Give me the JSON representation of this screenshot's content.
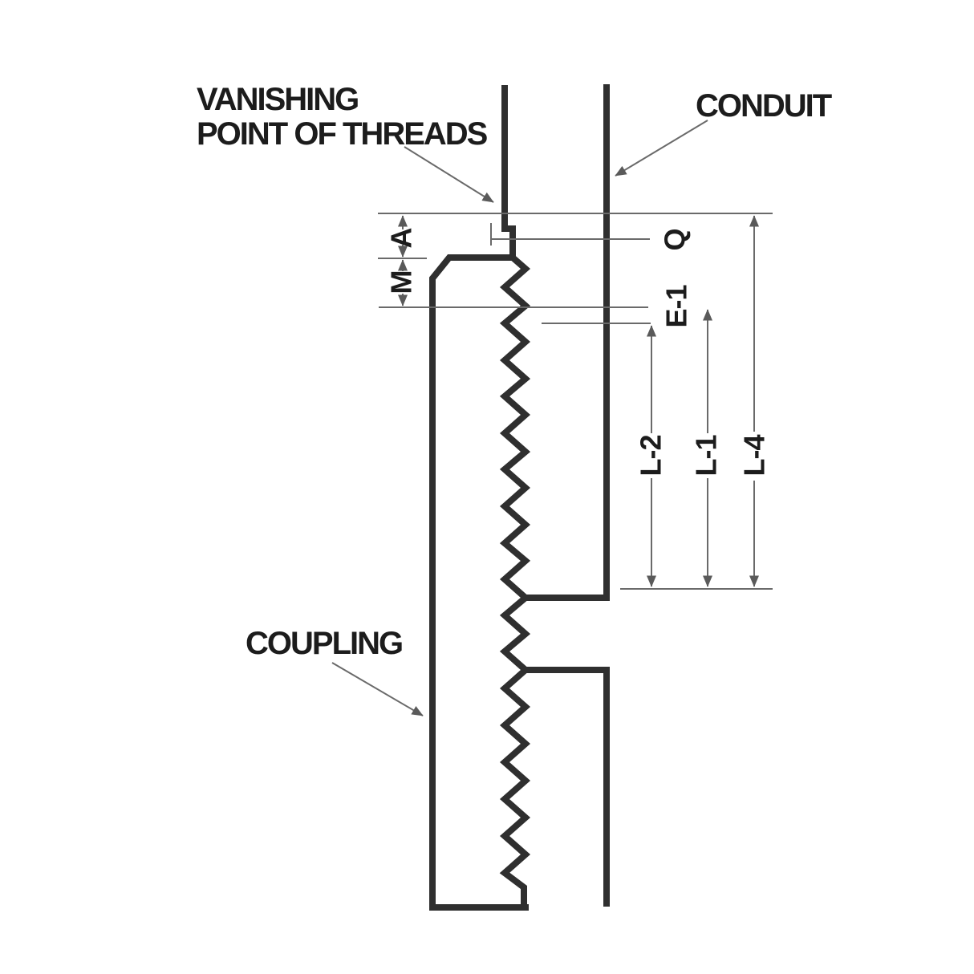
{
  "diagram": {
    "callouts": {
      "vanishing_point_line1": "VANISHING",
      "vanishing_point_line2": "POINT OF THREADS",
      "conduit": "CONDUIT",
      "coupling": "COUPLING"
    },
    "dimensions": {
      "a": "A",
      "m": "M",
      "q": "Q",
      "e1": "E-1",
      "l2": "L-2",
      "l1": "L-1",
      "l4": "L-4"
    },
    "colors": {
      "background": "#ffffff",
      "outline": "#2f2f2f",
      "dimension_line": "#6a6a6a",
      "text": "#1c1c1c"
    }
  }
}
